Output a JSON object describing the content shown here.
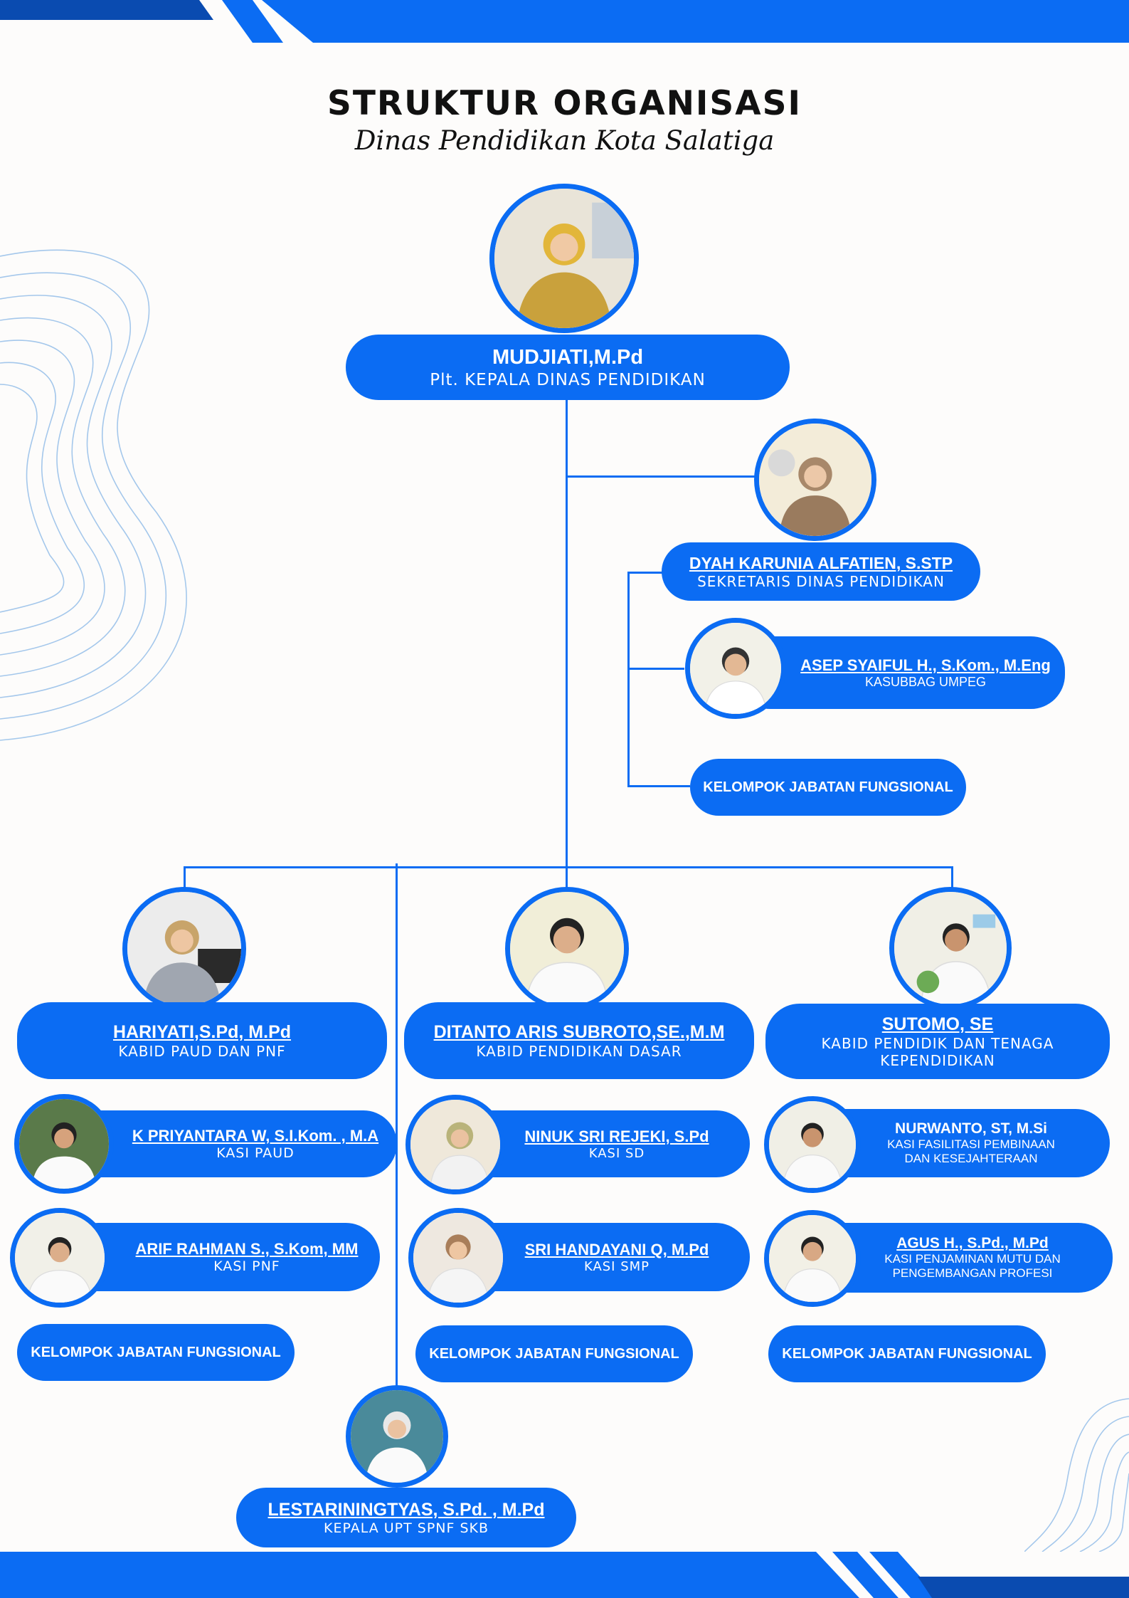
{
  "header": {
    "title": "STRUKTUR ORGANISASI",
    "subtitle": "Dinas Pendidikan Kota Salatiga"
  },
  "colors": {
    "accent": "#0b6cf3",
    "dark": "#0a4bb0",
    "background": "#fdfcfb"
  },
  "kepala": {
    "name": "MUDJIATI,M.Pd",
    "role": "Plt. KEPALA DINAS PENDIDIKAN"
  },
  "sekretaris": {
    "name": "DYAH KARUNIA ALFATIEN, S.STP",
    "role": "SEKRETARIS DINAS PENDIDIKAN"
  },
  "kasubbag": {
    "name": "ASEP SYAIFUL H., S.Kom., M.Eng",
    "role": "KASUBBAG UMPEG"
  },
  "fungsional_label": "KELOMPOK JABATAN FUNGSIONAL",
  "kabid": [
    {
      "name": "HARIYATI,S.Pd, M.Pd",
      "role": "KABID PAUD DAN PNF"
    },
    {
      "name": "DITANTO ARIS SUBROTO,SE.,M.M",
      "role": "KABID PENDIDIKAN DASAR"
    },
    {
      "name": "SUTOMO, SE",
      "role_line1": "KABID PENDIDIK DAN TENAGA",
      "role_line2": "KEPENDIDIKAN"
    }
  ],
  "kasi": [
    {
      "name": "K PRIYANTARA W, S.I.Kom. , M.A",
      "role": "KASI PAUD"
    },
    {
      "name": "ARIF RAHMAN S., S.Kom, MM",
      "role": "KASI PNF"
    },
    {
      "name": "NINUK SRI REJEKI, S.Pd",
      "role": "KASI SD"
    },
    {
      "name": "SRI HANDAYANI Q, M.Pd",
      "role": "KASI SMP"
    },
    {
      "name": "NURWANTO, ST, M.Si",
      "role_line1": "KASI FASILITASI PEMBINAAN",
      "role_line2": "DAN KESEJAHTERAAN"
    },
    {
      "name": "AGUS H., S.Pd., M.Pd",
      "role_line1": "KASI PENJAMINAN MUTU DAN",
      "role_line2": "PENGEMBANGAN PROFESI"
    }
  ],
  "upt": {
    "name": "LESTARININGTYAS, S.Pd. , M.Pd",
    "role": "KEPALA UPT SPNF SKB"
  }
}
